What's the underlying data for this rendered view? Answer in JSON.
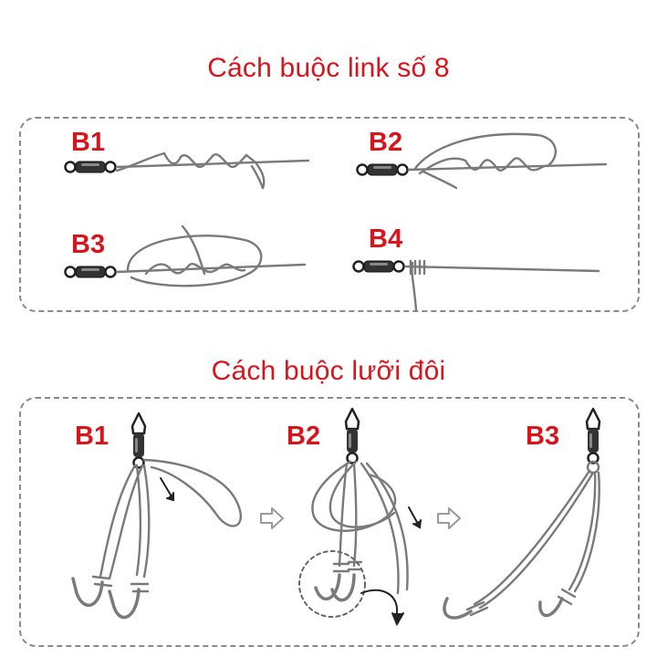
{
  "section_link": {
    "title": "Cách buộc link số 8",
    "steps": [
      "B1",
      "B2",
      "B3",
      "B4"
    ]
  },
  "section_hook": {
    "title": "Cách buộc lưỡi đôi",
    "steps": [
      "B1",
      "B2",
      "B3"
    ]
  },
  "colors": {
    "accent": "#d9141b",
    "line": "#7a7a7a",
    "border": "#8a8a8a"
  }
}
